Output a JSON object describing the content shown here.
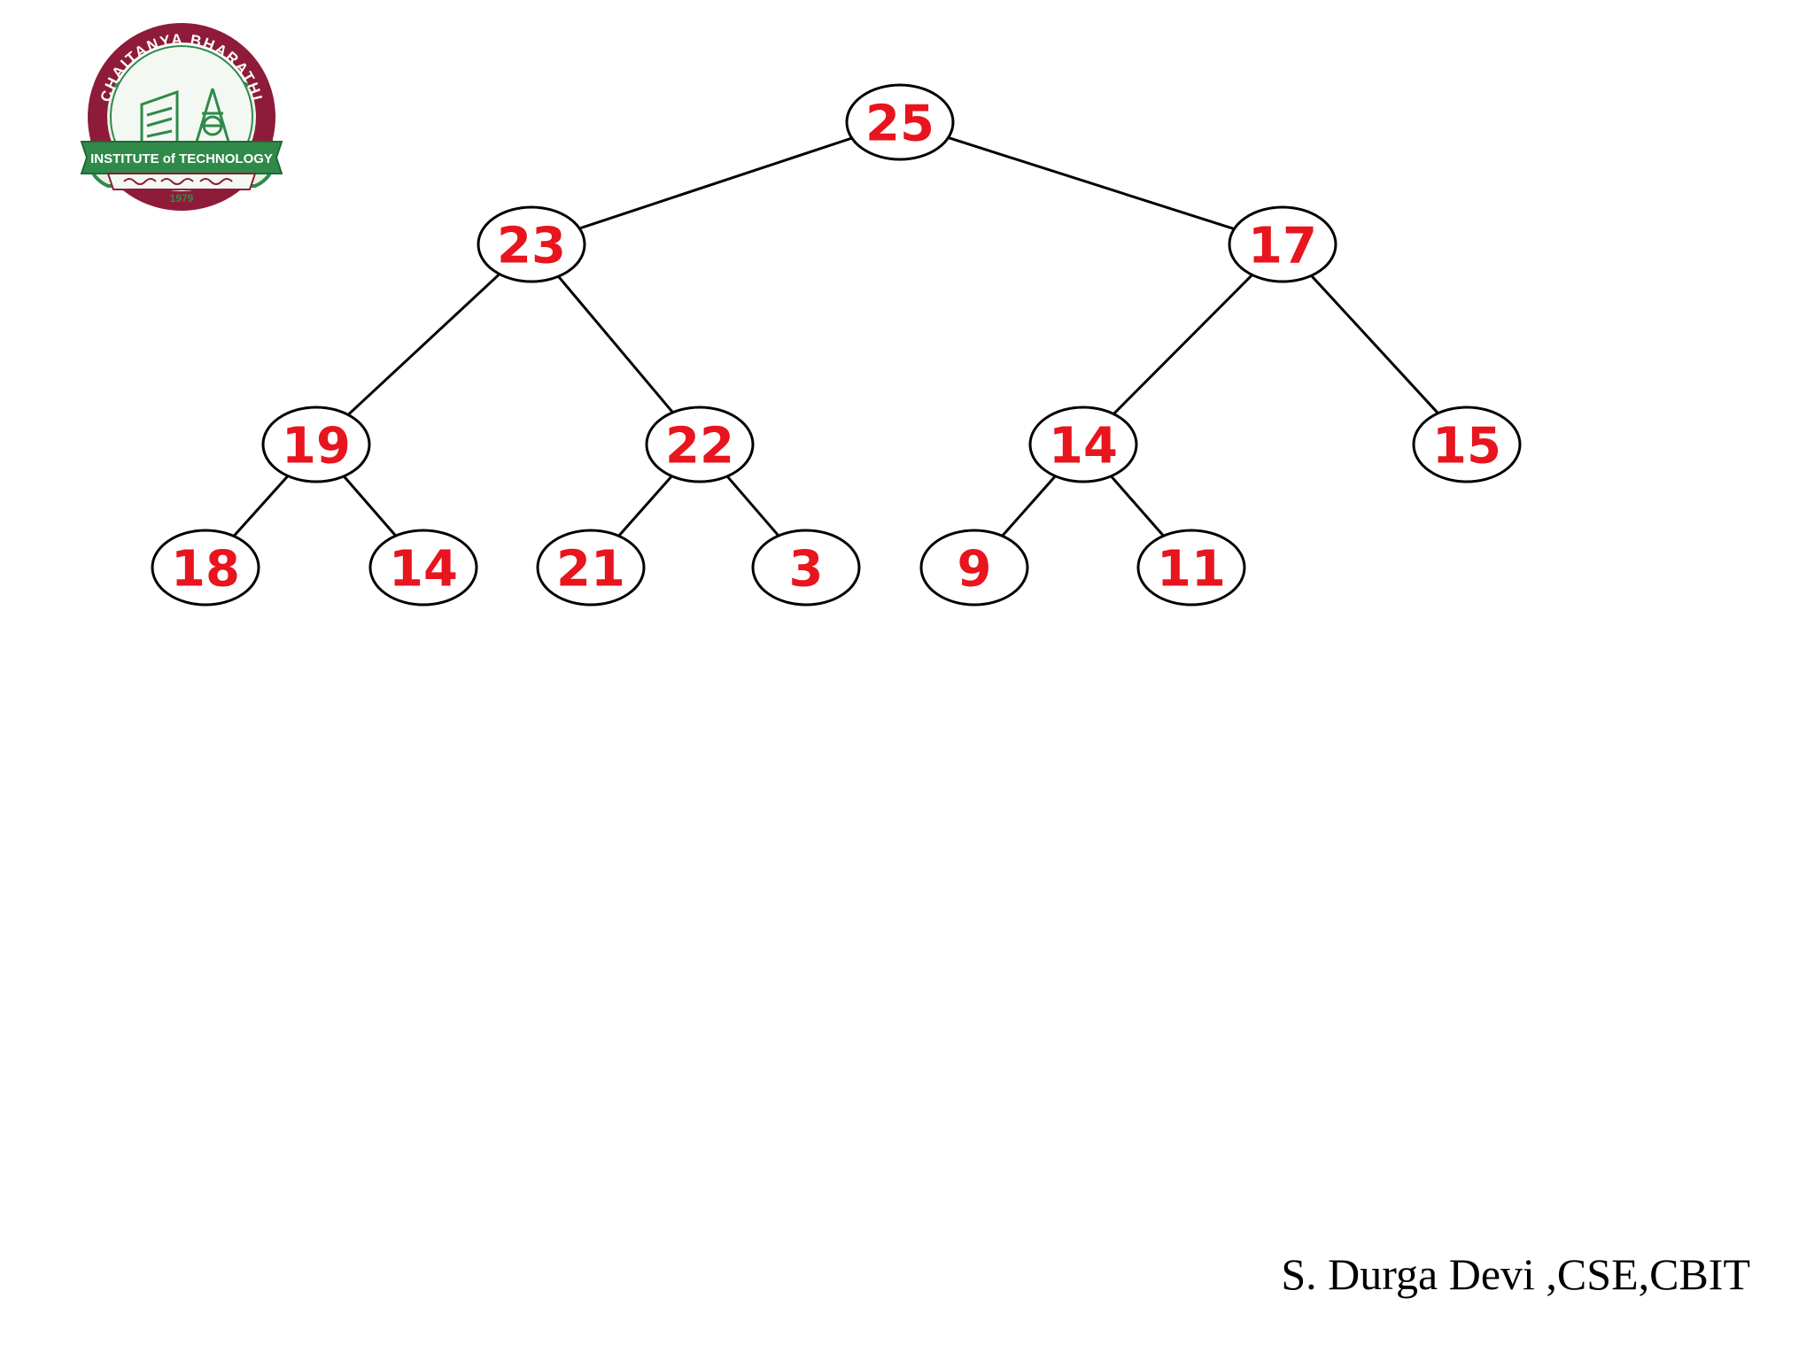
{
  "logo": {
    "arc_top": "CHAITANYA BHARATHI",
    "ribbon": "INSTITUTE of TECHNOLOGY",
    "year": "1979",
    "colors": {
      "maroon": "#8e1b3a",
      "green": "#2f8a4a",
      "light": "#e9f1e6"
    }
  },
  "tree": {
    "colors": {
      "label": "#e8141e",
      "stroke": "#000000",
      "fill": "#ffffff"
    },
    "nodes": [
      {
        "id": "n0",
        "label": "25",
        "level": 0,
        "slot": 0.5
      },
      {
        "id": "n1",
        "label": "23",
        "level": 1,
        "slot": 0.5
      },
      {
        "id": "n2",
        "label": "17",
        "level": 1,
        "slot": 2.5
      },
      {
        "id": "n3",
        "label": "19",
        "level": 2,
        "slot": 0
      },
      {
        "id": "n4",
        "label": "22",
        "level": 2,
        "slot": 1
      },
      {
        "id": "n5",
        "label": "14",
        "level": 2,
        "slot": 2
      },
      {
        "id": "n6",
        "label": "15",
        "level": 2,
        "slot": 3
      },
      {
        "id": "n7",
        "label": "18",
        "level": 3,
        "slot": 0
      },
      {
        "id": "n8",
        "label": "14",
        "level": 3,
        "slot": 1
      },
      {
        "id": "n9",
        "label": "21",
        "level": 3,
        "slot": 2
      },
      {
        "id": "n10",
        "label": "3",
        "level": 3,
        "slot": 3
      },
      {
        "id": "n11",
        "label": "9",
        "level": 3,
        "slot": 4
      },
      {
        "id": "n12",
        "label": "11",
        "level": 3,
        "slot": 5
      }
    ],
    "edges": [
      [
        "n0",
        "n1"
      ],
      [
        "n0",
        "n2"
      ],
      [
        "n1",
        "n3"
      ],
      [
        "n1",
        "n4"
      ],
      [
        "n2",
        "n5"
      ],
      [
        "n2",
        "n6"
      ],
      [
        "n3",
        "n7"
      ],
      [
        "n3",
        "n8"
      ],
      [
        "n4",
        "n9"
      ],
      [
        "n4",
        "n10"
      ],
      [
        "n5",
        "n11"
      ],
      [
        "n5",
        "n12"
      ]
    ]
  },
  "footer": {
    "text": "S. Durga Devi ,CSE,CBIT"
  }
}
